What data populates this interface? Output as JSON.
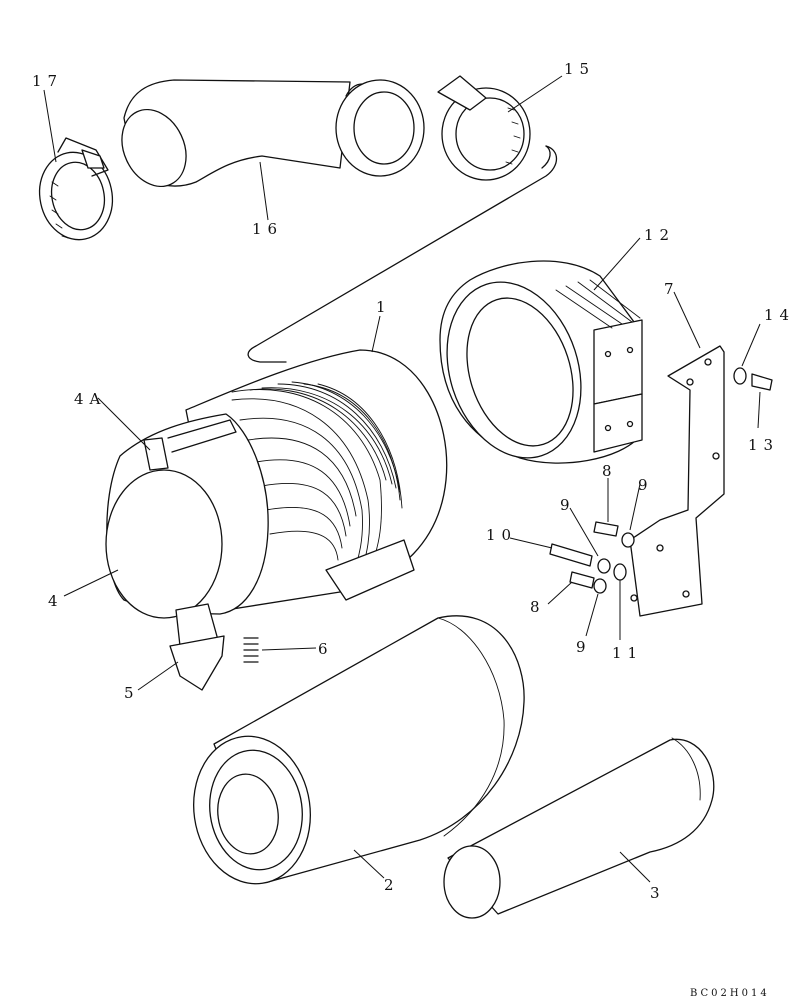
{
  "diagram": {
    "callouts": {
      "c1": "1",
      "c2": "2",
      "c3": "3",
      "c4": "4",
      "c4a": "4A",
      "c5": "5",
      "c6": "6",
      "c7": "7",
      "c8a": "8",
      "c8b": "8",
      "c9a": "9",
      "c9b": "9",
      "c9c": "9",
      "c10": "10",
      "c11": "11",
      "c12": "12",
      "c13": "13",
      "c14": "14",
      "c15": "15",
      "c16": "16",
      "c17": "17"
    },
    "drawing_number": "BC02H014"
  }
}
